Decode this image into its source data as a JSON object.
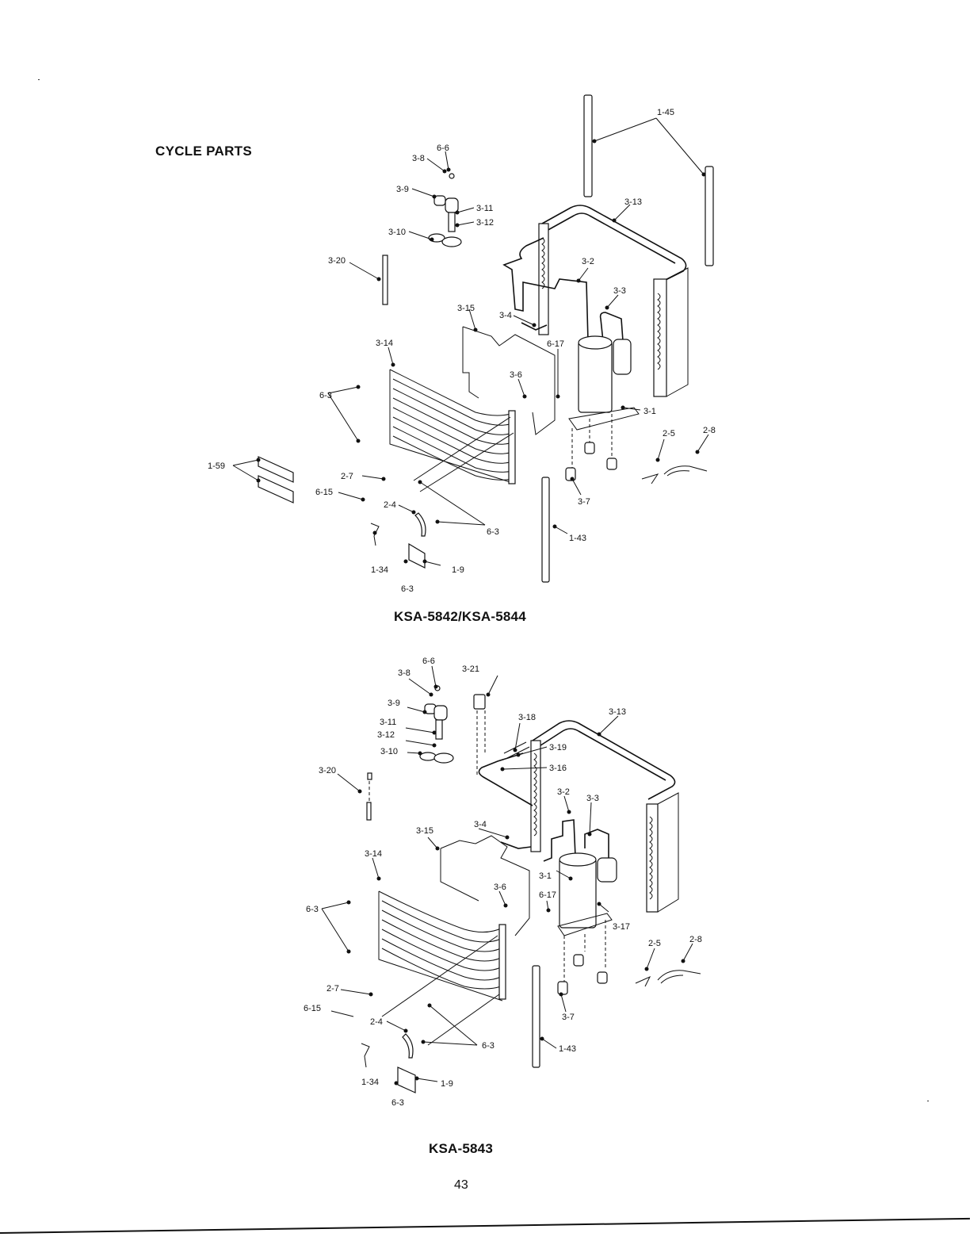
{
  "page": {
    "section_title": "CYCLE PARTS",
    "page_number": "43"
  },
  "diagrams": [
    {
      "model_caption": "KSA-5842/KSA-5844",
      "labels": {
        "l_6_6": "6-6",
        "l_3_8": "3-8",
        "l_3_9": "3-9",
        "l_3_11": "3-11",
        "l_3_12": "3-12",
        "l_3_10": "3-10",
        "l_3_20": "3-20",
        "l_1_45": "1-45",
        "l_3_13": "3-13",
        "l_3_2": "3-2",
        "l_3_3": "3-3",
        "l_3_4": "3-4",
        "l_3_15": "3-15",
        "l_6_17": "6-17",
        "l_3_14": "3-14",
        "l_3_6": "3-6",
        "l_3_1": "3-1",
        "l_6_3a": "6-3",
        "l_2_5": "2-5",
        "l_2_8": "2-8",
        "l_1_59": "1-59",
        "l_2_7": "2-7",
        "l_6_15": "6-15",
        "l_2_4": "2-4",
        "l_6_3b": "6-3",
        "l_3_7": "3-7",
        "l_1_43": "1-43",
        "l_1_34": "1-34",
        "l_1_9": "1-9",
        "l_6_3c": "6-3"
      }
    },
    {
      "model_caption": "KSA-5843",
      "labels": {
        "l_6_6": "6-6",
        "l_3_8": "3-8",
        "l_3_21": "3-21",
        "l_3_9": "3-9",
        "l_3_13": "3-13",
        "l_3_11": "3-11",
        "l_3_18": "3-18",
        "l_3_12": "3-12",
        "l_3_19": "3-19",
        "l_3_10": "3-10",
        "l_3_16": "3-16",
        "l_3_20": "3-20",
        "l_3_2": "3-2",
        "l_3_3": "3-3",
        "l_3_15": "3-15",
        "l_3_4": "3-4",
        "l_3_14": "3-14",
        "l_3_1": "3-1",
        "l_3_6": "3-6",
        "l_6_17": "6-17",
        "l_3_17": "3-17",
        "l_6_3a": "6-3",
        "l_2_5": "2-5",
        "l_2_8": "2-8",
        "l_2_7": "2-7",
        "l_6_15": "6-15",
        "l_2_4": "2-4",
        "l_6_3b": "6-3",
        "l_3_7": "3-7",
        "l_1_43": "1-43",
        "l_1_34": "1-34",
        "l_1_9": "1-9",
        "l_6_3c": "6-3"
      }
    }
  ]
}
